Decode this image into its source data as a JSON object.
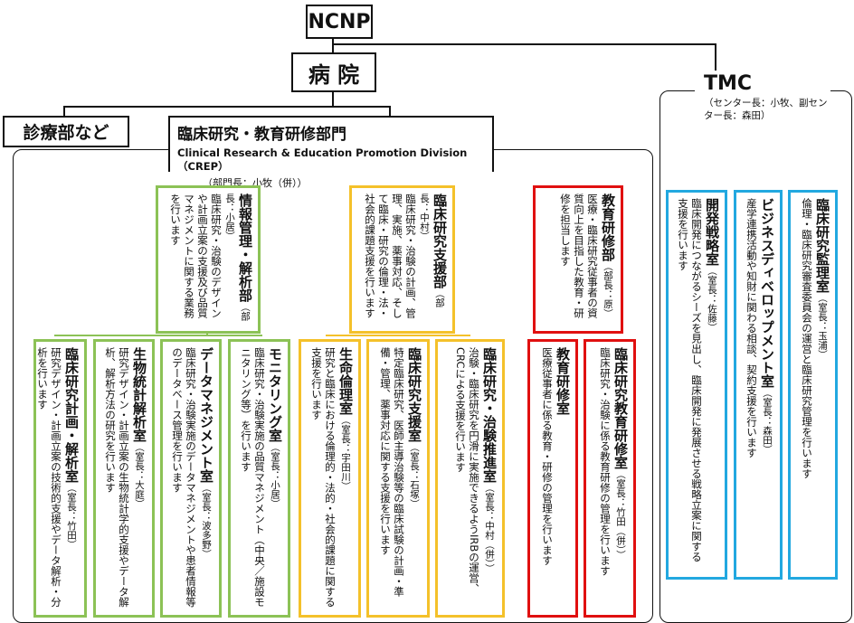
{
  "top": "NCNP",
  "hospital": "病 院",
  "clinical_dept": "診療部など",
  "crep": {
    "title": "臨床研究・教育研修部門",
    "english": "Clinical Research & Education Promotion Division（CREP）",
    "head": "（部門長：小牧（併））"
  },
  "tmc": {
    "title": "TMC",
    "head": "（センター長：小牧、副センター長：森田）"
  },
  "colors": {
    "info": "#8cc256",
    "support": "#f4c12a",
    "edu": "#e01010",
    "tmc": "#22a8e0"
  },
  "departments": [
    {
      "title": "情報管理・解析部",
      "head": "（部長：小居）",
      "desc": "臨床研究・治験のデザインや計画立案の支援及び品質マネジメントに関する業務を行います"
    },
    {
      "title": "臨床研究支援部",
      "head": "（部長：中村）",
      "desc": "臨床研究・治験の計画、管理、実施、薬事対応、そして臨床・研究の倫理・法・社会的課題支援を行います"
    },
    {
      "title": "教育研修部",
      "head": "（部長：原）",
      "desc": "医療・臨床研究従事者の資質向上を目指した教育・研修を担当します"
    }
  ],
  "offices": [
    {
      "title": "臨床研究計画・解析室",
      "head": "（室長：竹田）",
      "desc": "研究デザイン・計画立案の技術的支援やデータ解析・分析を行います"
    },
    {
      "title": "生物統計解析室",
      "head": "（室長：大庭）",
      "desc": "研究デザイン・計画立案の生物統計学的支援やデータ解析、解析方法の研究を行います"
    },
    {
      "title": "データマネジメント室",
      "head": "（室長：波多野）",
      "desc": "臨床研究・治験実施のデータマネジメントや患者情報等のデータベース管理を行います"
    },
    {
      "title": "モニタリング室",
      "head": "（室長：小居）",
      "desc": "臨床研究・治験実施の品質マネジメント（中央／施設モニタリング等）を行います"
    },
    {
      "title": "生命倫理室",
      "head": "（室長：宇田川）",
      "desc": "研究と臨床における倫理的・法的・社会的課題に関する支援を行います"
    },
    {
      "title": "臨床研究支援室",
      "head": "（室長：石塚）",
      "desc": "特定臨床研究、医師主導治験等の臨床試験の計画・準備・管理、薬事対応に関する支援を行います"
    },
    {
      "title": "臨床研究・治験推進室",
      "head": "（室長：中村（併））",
      "desc": "治験・臨床研究を円滑に実施できるようIRBの運営、CRCによる支援を行います"
    },
    {
      "title": "教育研修室",
      "head": "",
      "desc": "医療従事者に係る教育・研修の管理を行います"
    },
    {
      "title": "臨床研究教育研修室",
      "head": "（室長：竹田（併））",
      "desc": "臨床研究・治験に係る教育研修の管理を行います"
    }
  ],
  "tmc_offices": [
    {
      "title": "開発戦略室",
      "head": "（室長：佐藤）",
      "desc": "臨床開発につながるシーズを見出し、臨床開発に発展させる戦略立案に関する支援を行います"
    },
    {
      "title": "ビジネスディベロップメント室",
      "head": "（室長：森田）",
      "desc": "産学連携活動や知財に関わる相談、契約支援を行います"
    },
    {
      "title": "臨床研究監理室",
      "head": "（室長：玉浦）",
      "desc": "倫理・臨床研究審査委員会の運営と臨床研究管理を行います"
    }
  ]
}
